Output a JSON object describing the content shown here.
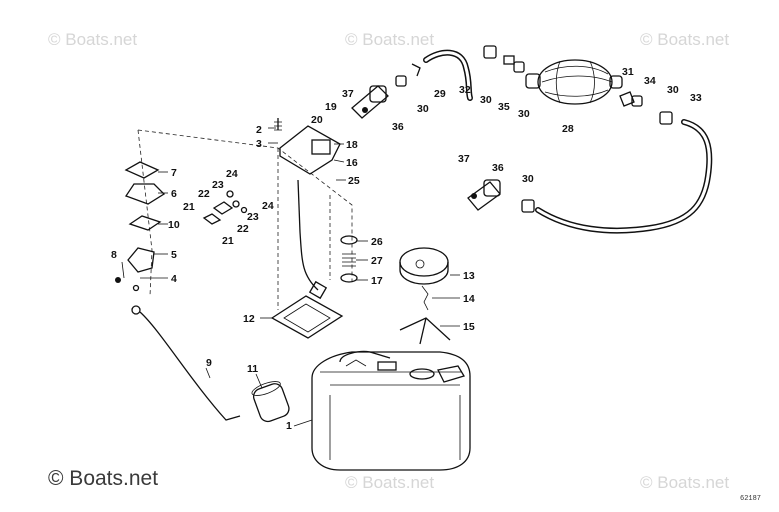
{
  "watermarks": {
    "text": "© Boats.net"
  },
  "diagram_code": "62187",
  "callouts": {
    "c1": "1",
    "c2": "2",
    "c3": "3",
    "c4": "4",
    "c5": "5",
    "c6": "6",
    "c7": "7",
    "c8": "8",
    "c9": "9",
    "c10": "10",
    "c11": "11",
    "c12": "12",
    "c13": "13",
    "c14": "14",
    "c15": "15",
    "c16": "16",
    "c17": "17",
    "c18": "18",
    "c19": "19",
    "c20": "20",
    "c21a": "21",
    "c21b": "21",
    "c22a": "22",
    "c22b": "22",
    "c23a": "23",
    "c23b": "23",
    "c24a": "24",
    "c24b": "24",
    "c25": "25",
    "c26": "26",
    "c27": "27",
    "c28": "28",
    "c29": "29",
    "c30a": "30",
    "c30b": "30",
    "c30c": "30",
    "c30d": "30",
    "c30e": "30",
    "c31": "31",
    "c32": "32",
    "c33": "33",
    "c34": "34",
    "c35": "35",
    "c36a": "36",
    "c36b": "36",
    "c37a": "37",
    "c37b": "37"
  }
}
